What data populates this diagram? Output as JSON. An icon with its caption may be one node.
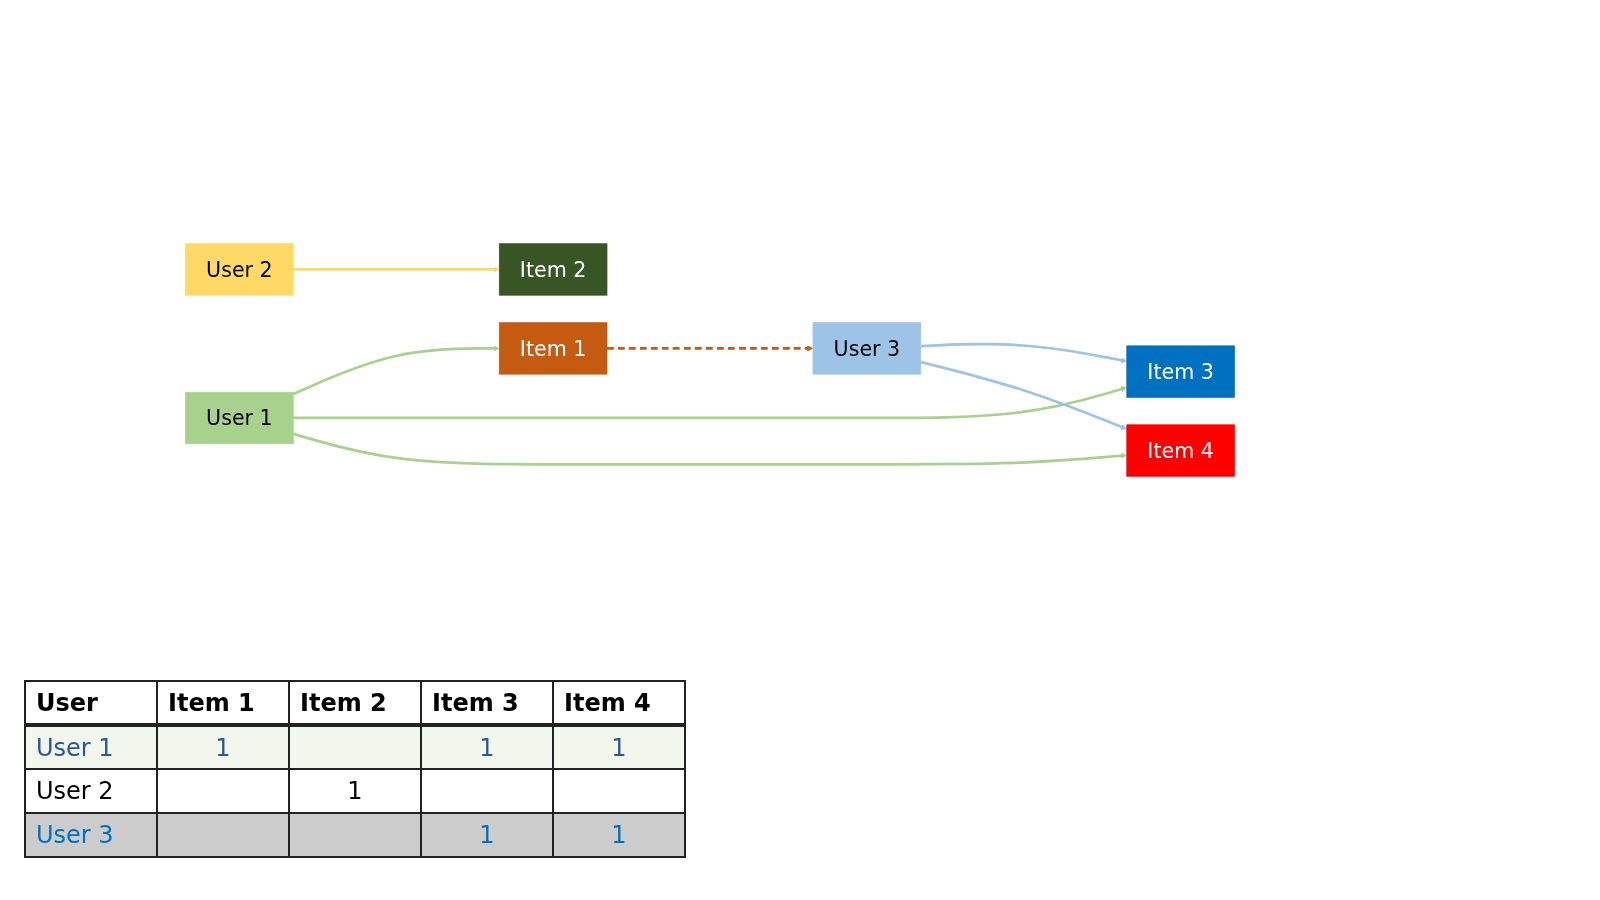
{
  "diagram": {
    "nodes": [
      {
        "text": [
          "User 1"
        ]
      },
      {
        "text": [
          "User 2"
        ]
      },
      {
        "text": [
          "User 3"
        ]
      },
      {
        "text": [
          "Item 1"
        ]
      },
      {
        "text": [
          "Item 2"
        ]
      },
      {
        "text": [
          "Item 3"
        ]
      },
      {
        "text": [
          "Item 4"
        ]
      }
    ],
    "edges": [
      {
        "from": 0,
        "to": 3,
        "arrow": "to",
        "color": "#a9d18e"
      },
      {
        "from": 0,
        "to": 5,
        "arrow": "to",
        "color": "#a9d18e"
      },
      {
        "from": 0,
        "to": 6,
        "arrow": "to",
        "color": "#a9d18e"
      },
      {
        "from": 1,
        "to": 4,
        "arrow": "to",
        "color": "#ffd966"
      },
      {
        "from": 3,
        "to": 2,
        "arrow": "to",
        "style": "dashed",
        "color": "#c55a11"
      },
      {
        "from": 2,
        "to": 5,
        "arrow": "to",
        "color": "#9dc3e6"
      },
      {
        "from": 2,
        "to": 6,
        "arrow": "to",
        "color": "#9dc3e6"
      }
    ],
    "labels": [
      "User",
      "Item 1",
      "Item 2",
      "Item 3",
      "Item 4",
      "User 1",
      "1",
      "1",
      "1",
      "User 2",
      "1",
      "User 3",
      "1",
      "1"
    ]
  }
}
